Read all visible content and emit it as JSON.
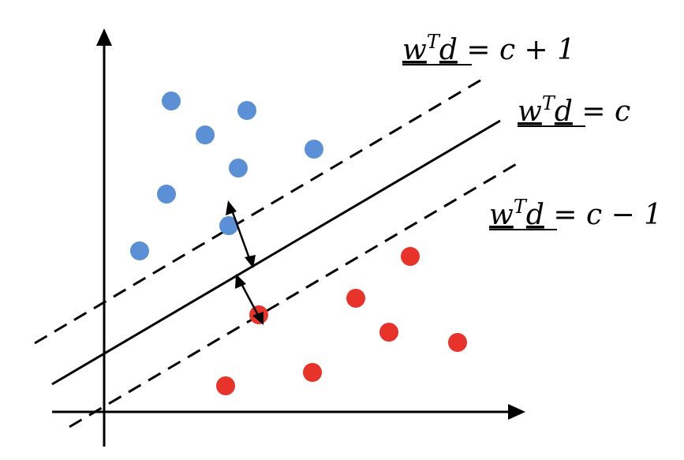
{
  "colors": {
    "ink": "#000000",
    "class_positive": "#5b8fd6",
    "class_negative": "#e8332a",
    "background": "#ffffff"
  },
  "equations": {
    "upper": {
      "w": "w",
      "sup": "T",
      "d": "d",
      "rhs": " = c + 1"
    },
    "middle": {
      "w": "w",
      "sup": "T",
      "d": "d",
      "rhs": " = c"
    },
    "lower": {
      "w": "w",
      "sup": "T",
      "d": "d",
      "rhs": " = c − 1"
    }
  },
  "icons": {
    "axis_arrow": "triangle-arrowhead",
    "margin_arrow": "double-headed-arrow"
  }
}
